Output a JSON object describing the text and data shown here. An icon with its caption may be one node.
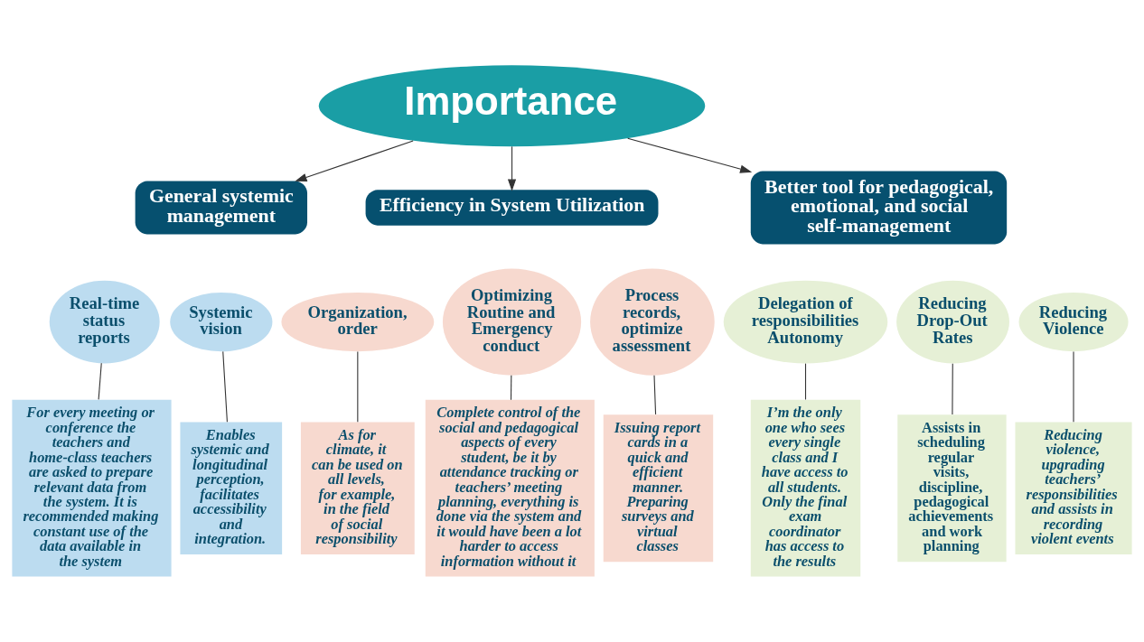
{
  "diagram": {
    "nodes": [
      {
        "text": [
          "Importance"
        ]
      },
      {
        "text": [
          "General systemic management"
        ]
      },
      {
        "text": [
          "Efficiency in System Utilization"
        ]
      },
      {
        "text": [
          "Better tool for pedagogical, emotional, and social self-management"
        ]
      },
      {
        "text": [
          "Real-time status reports"
        ]
      },
      {
        "text": [
          "Systemic vision"
        ]
      },
      {
        "text": [
          "For every meeting or conference the teachers and home-class teachers are asked to prepare relevant data from the system. It is recommended making constant use of the data available in the system"
        ]
      },
      {
        "text": [
          "Enables systemic and longitudinal perception, facilitates accessibility and integration."
        ]
      },
      {
        "text": [
          "Organization, order"
        ]
      },
      {
        "text": [
          "Optimizing Routine and Emergency conduct"
        ]
      },
      {
        "text": [
          "Process records, optimize assessment"
        ]
      },
      {
        "text": [
          "As for climate, it can be used on all levels, for example, in the field of social responsibility"
        ]
      },
      {
        "text": [
          "Complete control of the social and pedagogical aspects of every student, be it by attendance tracking or teachers’ meeting planning, everything is done via the system and it would have been a lot harder to access information without it"
        ]
      },
      {
        "text": [
          "Issuing report cards in a quick and efficient manner. Preparing surveys and virtual classes"
        ]
      },
      {
        "text": [
          "Delegation of responsibilities Autonomy"
        ]
      },
      {
        "text": [
          "Reducing Drop-Out Rates"
        ]
      },
      {
        "text": [
          "Reducing Violence"
        ]
      },
      {
        "text": [
          "I’m the only one who sees every single class and I have access to all students. Only the final exam coordinator has access to the results"
        ]
      },
      {
        "text": [
          "Assists in scheduling regular visits, discipline, pedagogical achievements and work planning"
        ]
      },
      {
        "text": [
          "Reducing violence, upgrading teachers’ responsibilities and assists in recording violent events"
        ]
      }
    ],
    "edges": [
      {
        "from": 0,
        "to": 1,
        "arrow": "to"
      },
      {
        "from": 0,
        "to": 2,
        "arrow": "to"
      },
      {
        "from": 0,
        "to": 3,
        "arrow": "to"
      },
      {
        "from": 4,
        "to": 6,
        "arrow": "none"
      },
      {
        "from": 5,
        "to": 7,
        "arrow": "none"
      },
      {
        "from": 8,
        "to": 11,
        "arrow": "none"
      },
      {
        "from": 9,
        "to": 12,
        "arrow": "none"
      },
      {
        "from": 10,
        "to": 13,
        "arrow": "none"
      },
      {
        "from": 14,
        "to": 17,
        "arrow": "none"
      },
      {
        "from": 15,
        "to": 18,
        "arrow": "none"
      },
      {
        "from": 16,
        "to": 19,
        "arrow": "none"
      }
    ]
  }
}
